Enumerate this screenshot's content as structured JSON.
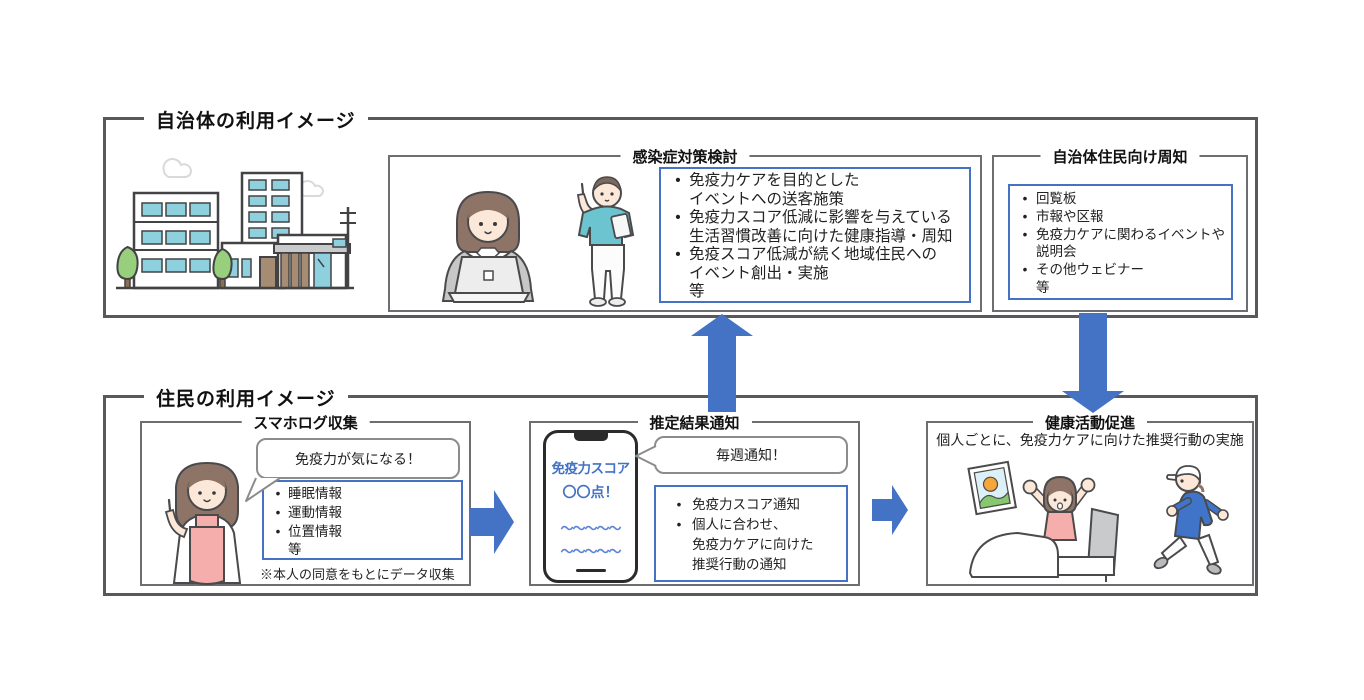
{
  "colors": {
    "accent_blue": "#4472C4",
    "frame_gray": "#58595B",
    "box_border_gray": "#6D6E71",
    "bubble_border_gray": "#8A8C8E",
    "phone_text_blue": "#4472C4"
  },
  "municipality": {
    "title": "自治体の利用イメージ",
    "infection_box": {
      "title": "感染症対策検討",
      "items": [
        {
          "bullet": "•",
          "text": "免疫力ケアを目的とした"
        },
        {
          "bullet": "",
          "text": "イベントへの送客施策"
        },
        {
          "bullet": "•",
          "text": "免疫力スコア低減に影響を与えている"
        },
        {
          "bullet": "",
          "text": "生活習慣改善に向けた健康指導・周知"
        },
        {
          "bullet": "•",
          "text": "免疫スコア低減が続く地域住民への"
        },
        {
          "bullet": "",
          "text": "イベント創出・実施"
        },
        {
          "bullet": "",
          "text": "等"
        }
      ]
    },
    "awareness_box": {
      "title": "自治体住民向け周知",
      "items": [
        {
          "bullet": "•",
          "text": "回覧板"
        },
        {
          "bullet": "•",
          "text": "市報や区報"
        },
        {
          "bullet": "•",
          "text": "免疫力ケアに関わるイベントや"
        },
        {
          "bullet": "",
          "text": "説明会"
        },
        {
          "bullet": "•",
          "text": "その他ウェビナー"
        },
        {
          "bullet": "",
          "text": "等"
        }
      ]
    }
  },
  "residents": {
    "title": "住民の利用イメージ",
    "log_box": {
      "title": "スマホログ収集",
      "bubble": "免疫力が気になる！",
      "items": [
        {
          "bullet": "•",
          "text": "睡眠情報"
        },
        {
          "bullet": "•",
          "text": "運動情報"
        },
        {
          "bullet": "•",
          "text": "位置情報"
        },
        {
          "bullet": "",
          "text": "等"
        }
      ],
      "note": "※本人の同意をもとにデータ収集"
    },
    "notify_box": {
      "title": "推定結果通知",
      "bubble": "毎週通知！",
      "phone": {
        "line1": "免疫力スコア",
        "line2": "〇〇点！",
        "wave1": "～～～～～",
        "wave2": "～～～～～"
      },
      "items": [
        {
          "bullet": "•",
          "text": "免疫力スコア通知"
        },
        {
          "bullet": "•",
          "text": "個人に合わせ、"
        },
        {
          "bullet": "",
          "text": "免疫力ケアに向けた"
        },
        {
          "bullet": "",
          "text": "推奨行動の通知"
        }
      ]
    },
    "promote_box": {
      "title": "健康活動促進",
      "caption": "個人ごとに、免疫力ケアに向けた推奨行動の実施"
    }
  },
  "illustrations": {
    "town": "town-buildings-illustration",
    "analyst_woman": "woman-with-laptop-illustration",
    "staff_man": "man-with-clipboard-illustration",
    "resident_woman": "woman-pointing-illustration",
    "smartphone": "smartphone-score-illustration",
    "wake_up": "person-waking-up-illustration",
    "jogger": "person-jogging-illustration",
    "arrows": [
      "up-arrow-icon",
      "down-arrow-icon",
      "right-arrow-icon",
      "right-arrow-icon"
    ]
  }
}
